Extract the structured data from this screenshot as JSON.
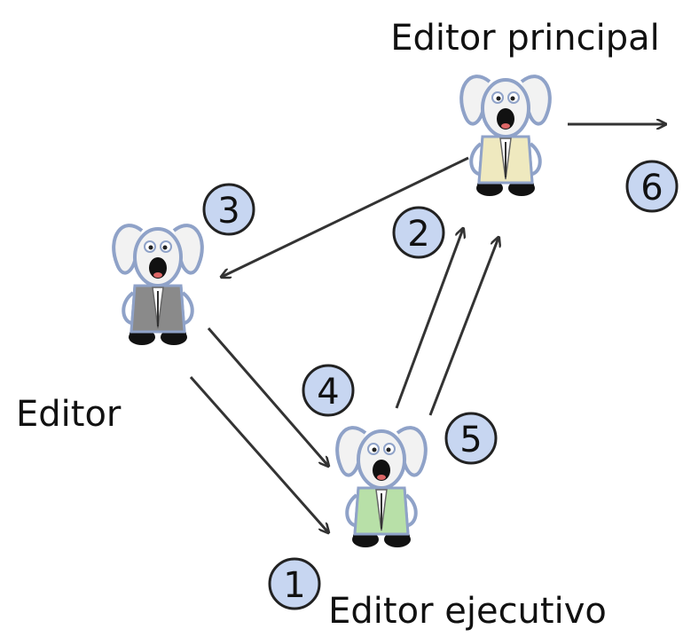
{
  "roles": {
    "chief": {
      "label": "Editor principal",
      "coat_color": "#efe9bf"
    },
    "editor": {
      "label": "Editor",
      "coat_color": "#8a8a8a"
    },
    "executive": {
      "label": "Editor ejecutivo",
      "coat_color": "#b8e0a8"
    }
  },
  "steps": [
    "1",
    "2",
    "3",
    "4",
    "5",
    "6"
  ],
  "colors": {
    "step_fill": "#c7d6f1",
    "dog_outline": "#8fa2c8",
    "dog_fill": "#f2f2f2",
    "arrow": "#333333"
  }
}
